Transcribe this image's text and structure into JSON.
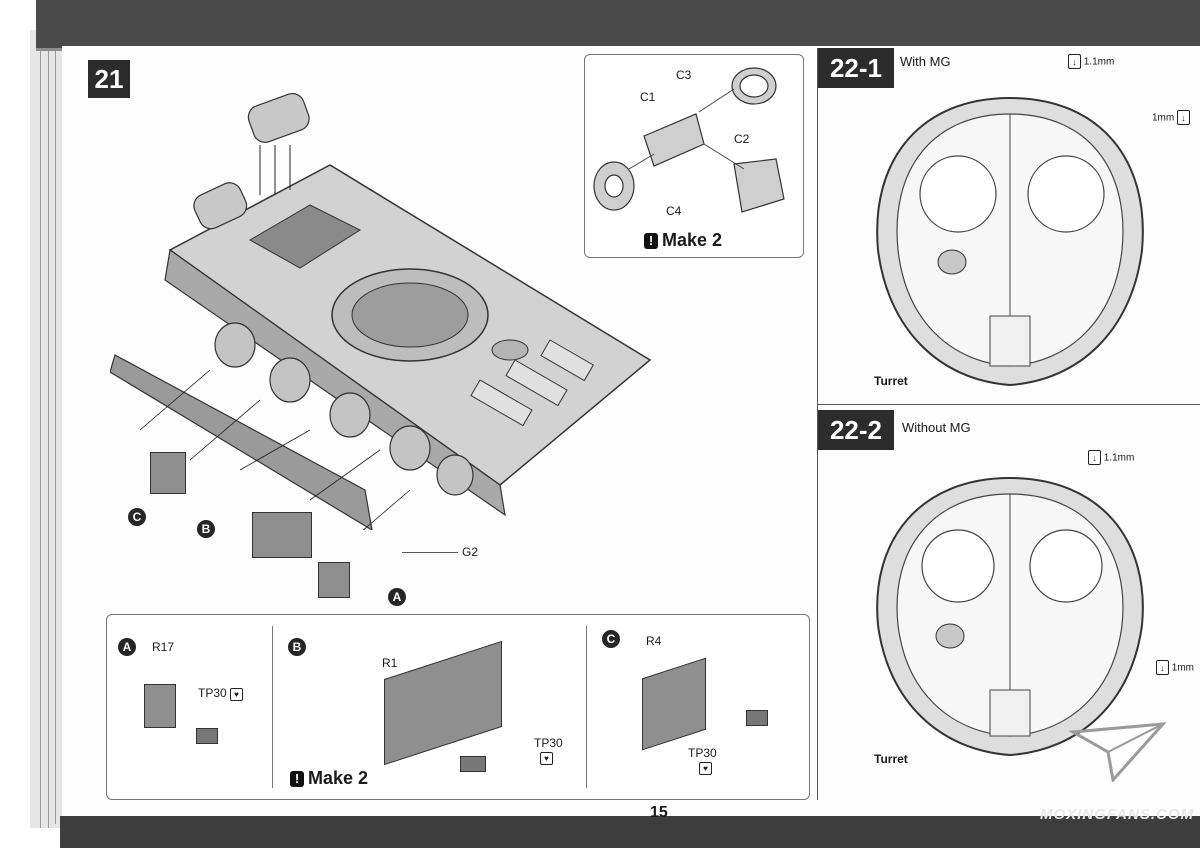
{
  "page_number": "15",
  "watermark": "MOXINGFANS.COM",
  "step21": {
    "number": "21",
    "inset": {
      "labels": {
        "c1": "C1",
        "c2": "C2",
        "c3": "C3",
        "c4": "C4"
      },
      "make_label": "Make 2"
    },
    "hull_labels": {
      "g2": "G2",
      "a": "A",
      "b": "B",
      "c": "C"
    },
    "subpanels": {
      "a": {
        "marker": "A",
        "part": "R17",
        "tp": "TP30"
      },
      "b": {
        "marker": "B",
        "part": "R1",
        "tp": "TP30",
        "make_label": "Make 2"
      },
      "c": {
        "marker": "C",
        "part": "R4",
        "tp": "TP30"
      }
    }
  },
  "step22_1": {
    "number": "22-1",
    "title": "With MG",
    "drill_top": "1.1mm",
    "drill_right": "1mm",
    "turret_label": "Turret"
  },
  "step22_2": {
    "number": "22-2",
    "title": "Without MG",
    "drill_top": "1.1mm",
    "drill_right": "1mm",
    "turret_label": "Turret"
  },
  "icons": [
    "drill-icon",
    "glue-icon",
    "warning-icon",
    "watermark-plane-icon"
  ],
  "colors": {
    "header": "#4a4a4a",
    "step_box": "#2c2c2c",
    "paper": "#fdfdfd"
  }
}
